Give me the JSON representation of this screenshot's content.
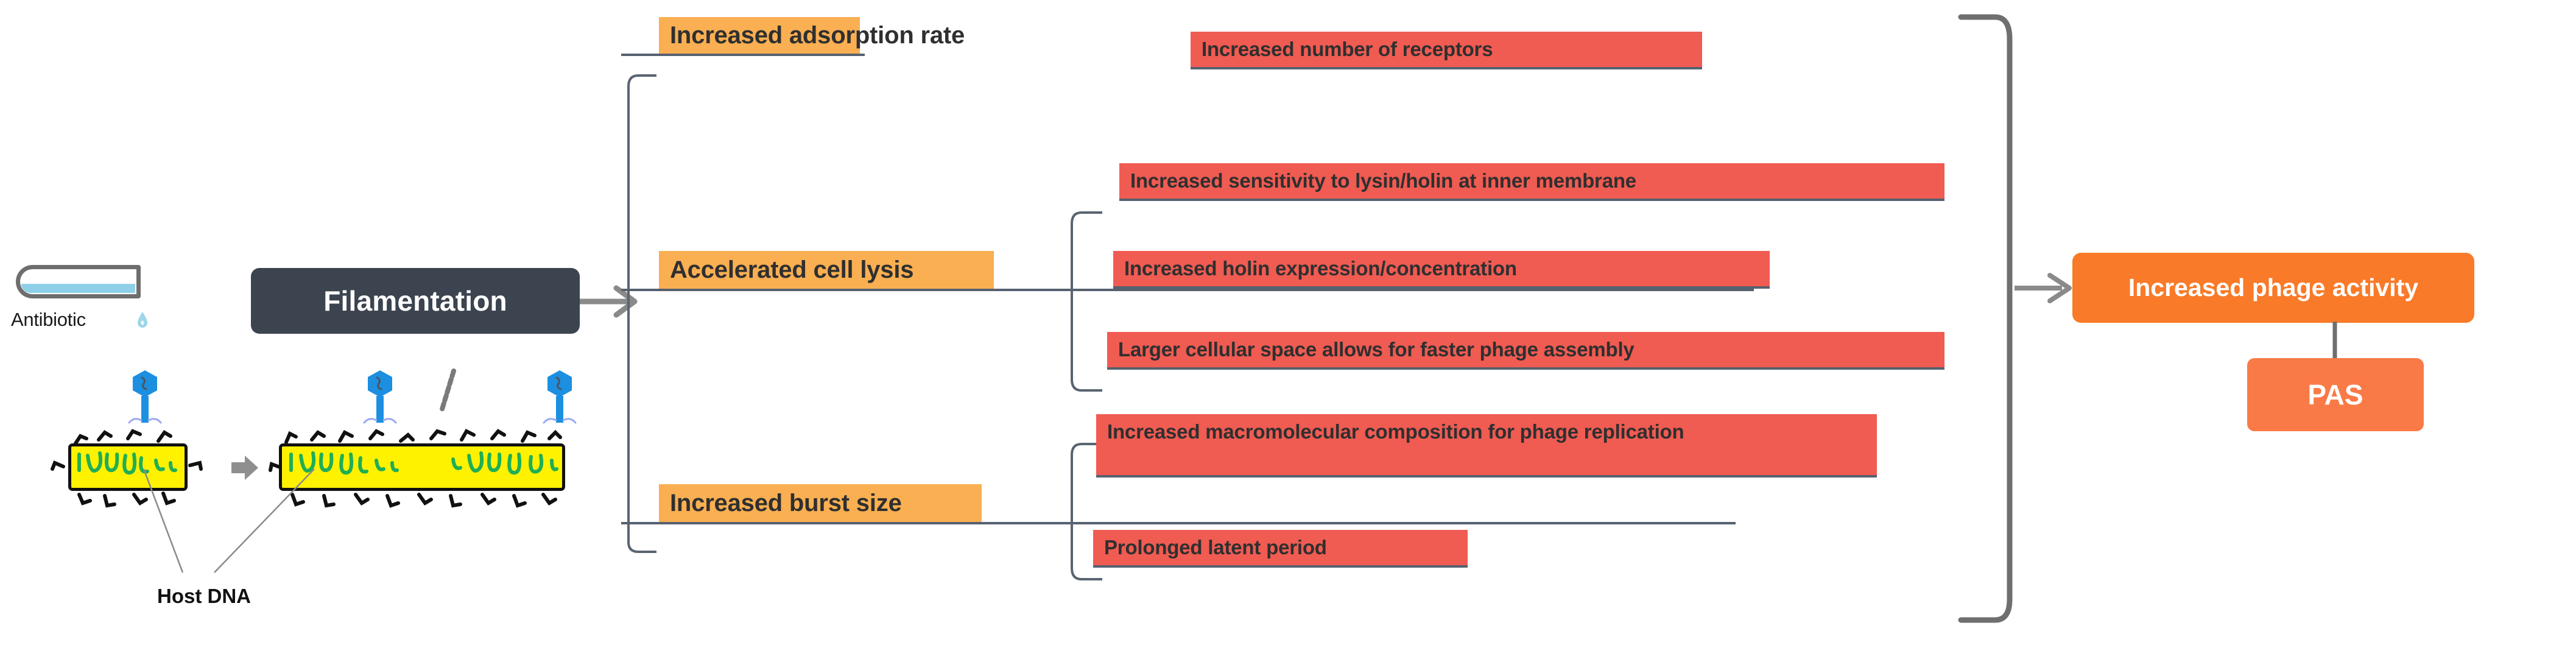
{
  "left_panel": {
    "antibiotic_label": "Antibiotic",
    "host_dna_label": "Host DNA",
    "tube_icon": "test-tube-icon",
    "droplet_icon": "droplet-icon",
    "phage_icon": "bacteriophage-icon",
    "cell_icon": "bacterium-icon"
  },
  "process": {
    "filamentation_label": "Filamentation"
  },
  "categories": [
    {
      "id": "adsorption",
      "label": "Increased adsorption rate",
      "details": [
        "Increased number of receptors"
      ]
    },
    {
      "id": "lysis",
      "label": "Accelerated cell lysis",
      "details": [
        "Increased  sensitivity to lysin/holin at inner membrane",
        "Increased holin expression/concentration",
        "Larger cellular space allows for faster phage assembly"
      ]
    },
    {
      "id": "burst",
      "label": "Increased burst size",
      "details": [
        "Increased macromolecular composition for phage replication",
        "Prolonged latent period"
      ]
    }
  ],
  "outcome": {
    "phage_activity_label": "Increased phage activity",
    "pas_label": "PAS"
  },
  "colors": {
    "category_fill": "#F9AF52",
    "detail_fill": "#F05B52",
    "process_fill": "#3B444F",
    "outcome_fill": "#F97A28",
    "pas_fill": "#F97A46",
    "connector": "#6b6b6b",
    "underline": "#566170",
    "cell_fill": "#FFF200",
    "dna_stroke": "#1FAF55",
    "phage_fill": "#1C8FE0",
    "liquid_fill": "#8fd0e8"
  }
}
